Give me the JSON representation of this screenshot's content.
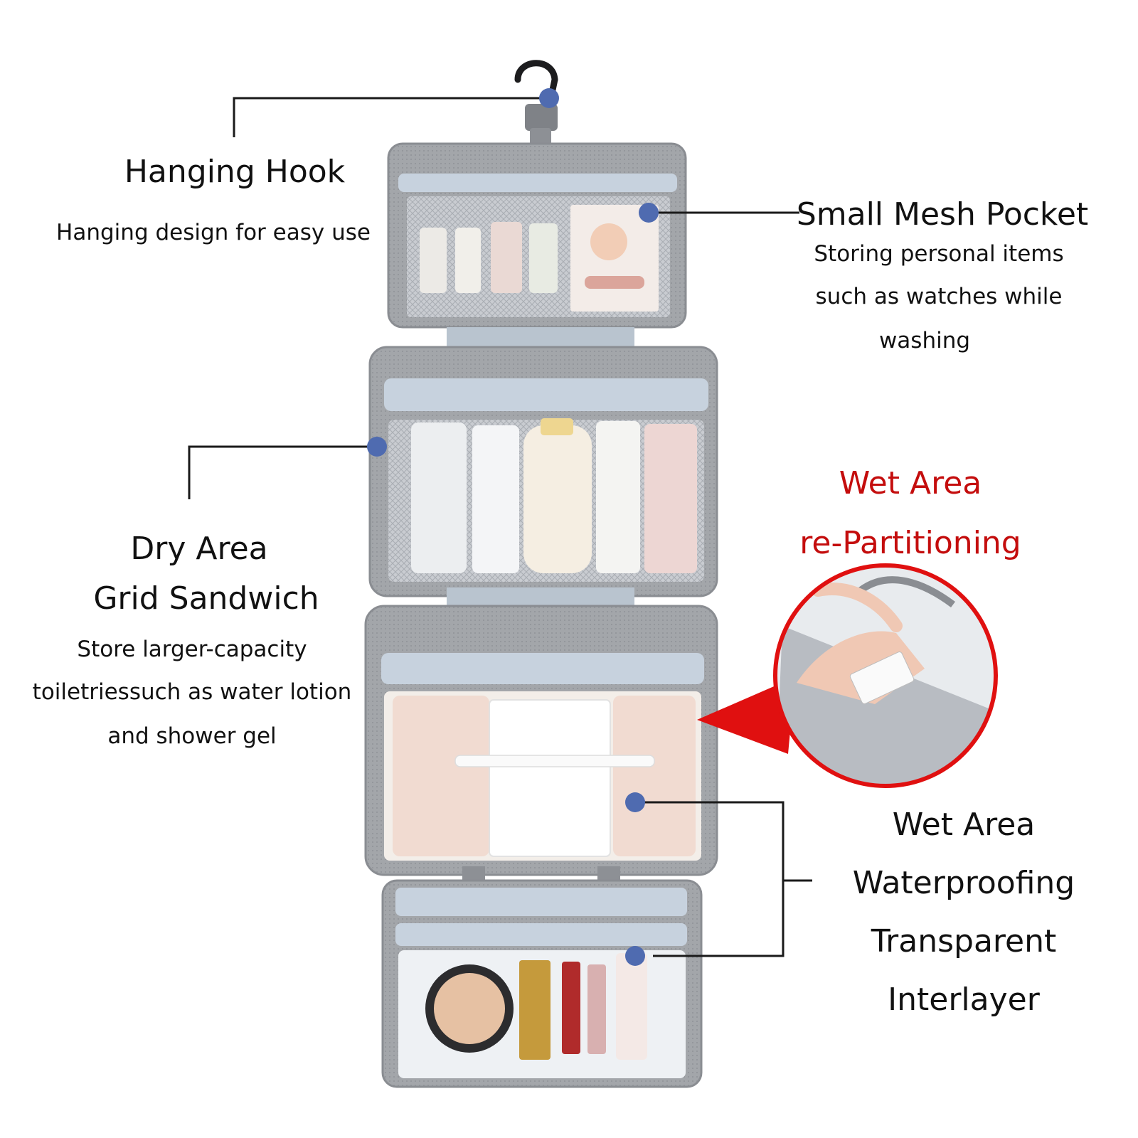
{
  "labels": {
    "hanging_hook": {
      "title": "Hanging Hook",
      "desc": "Hanging design for easy use"
    },
    "small_mesh_pocket": {
      "title": "Small Mesh Pocket",
      "desc_lines": [
        "Storing personal items",
        "such as watches while",
        "washing"
      ]
    },
    "dry_area": {
      "title_lines": [
        "Dry Area",
        "Grid Sandwich"
      ],
      "desc_lines": [
        "Store larger-capacity",
        "toiletriessuch as water lotion",
        "and shower gel"
      ]
    },
    "wet_area_repartition": {
      "title_lines": [
        "Wet Area",
        "re-Partitioning"
      ]
    },
    "wet_area_waterproof": {
      "title_lines": [
        "Wet Area",
        "Waterproofing",
        "Transparent",
        "Interlayer"
      ]
    }
  },
  "icons": {
    "callout_dot": "callout-dot-icon",
    "hook": "hook-icon"
  },
  "colors": {
    "callout_dot": "#4f6bb0",
    "accent_red": "#c40d0d",
    "bag_gray": "#9b9da1",
    "bag_trim": "#b9bec6",
    "zipper_blue": "#c7d2de",
    "pointer_red": "#e01010"
  }
}
